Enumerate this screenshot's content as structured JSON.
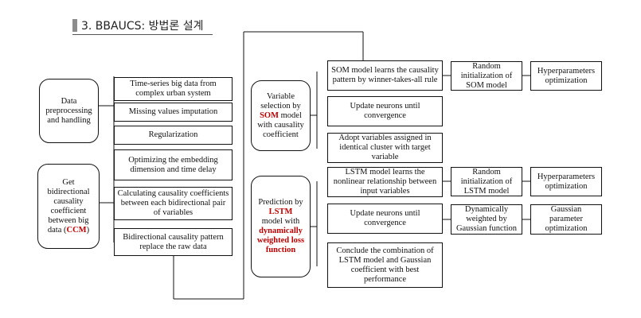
{
  "title": "3. BBAUCS: 방법론 설계",
  "left": {
    "preproc_label": "Data preprocessing and handling",
    "ccm_label": {
      "text": "Get bidirectional causality coefficient between big data",
      "acronym": "CCM",
      "open": "(",
      "close": ")"
    },
    "steps": [
      "Time-series big data from complex urban system",
      "Missing values imputation",
      "Regularization",
      "Optimizing the embedding dimension and time delay",
      "Calculating causality coefficients between each bidirectional pair of variables",
      "Bidirectional causality pattern replace the raw data"
    ]
  },
  "som": {
    "label": {
      "pre": "Variable selection by",
      "model": "SOM",
      "post": "model with causality coefficient"
    },
    "steps": [
      "SOM model learns the causality pattern by winner-takes-all rule",
      "Update neurons until convergence",
      "Adopt variables assigned in identical cluster with target variable"
    ],
    "random_init": "Random initialization of SOM model",
    "hyper": "Hyperparameters optimization"
  },
  "lstm": {
    "label": {
      "pre": "Prediction by",
      "model": "LSTM",
      "mid": "model with",
      "loss": "dynamically weighted loss function"
    },
    "steps": [
      "LSTM model learns the nonlinear relationship between input variables",
      "Update neurons until convergence",
      "Conclude the combination of LSTM model and Gaussian coefficient with best performance"
    ],
    "random_init": "Random initialization of LSTM model",
    "hyper": "Hyperparameters optimization",
    "dynamic": "Dynamically weighted by Gaussian function",
    "gauss_opt": "Gaussian parameter optimization"
  }
}
